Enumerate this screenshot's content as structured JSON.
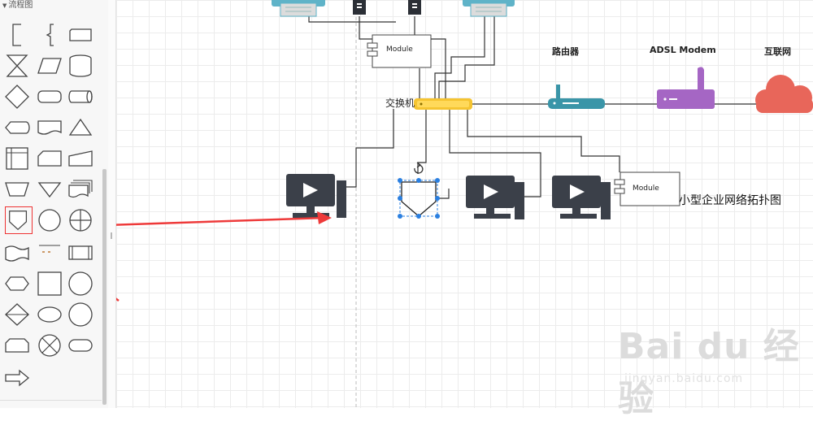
{
  "sidebar": {
    "section_title": "流程图",
    "shapes": [
      "left-bracket",
      "curly-bracket",
      "rounded-rect",
      "collate",
      "parallelogram",
      "cylinder",
      "diamond",
      "terminator",
      "horizontal-cylinder",
      "display",
      "document",
      "triangle",
      "internal-storage",
      "card",
      "manual-input",
      "manual-operation",
      "triangle-down",
      "multi-document",
      "off-page-connector",
      "circle",
      "or-symbol",
      "tape",
      "note-dashes",
      "predefined-process",
      "hexagon",
      "square",
      "circle-large",
      "sort",
      "ellipse",
      "circle-medium",
      "loop-limit",
      "summing-junction",
      "stadium",
      "arrow-right"
    ]
  },
  "canvas": {
    "labels": {
      "switch": "交换机",
      "router": "路由器",
      "modem": "ADSL Modem",
      "internet": "互联网",
      "title": "小型企业网络拓扑图",
      "module_top": "Module",
      "module_right": "Module"
    },
    "colors": {
      "printer": "#5fb3c8",
      "switch": "#f5c431",
      "router": "#3a95a8",
      "modem": "#a566c4",
      "cloud": "#e8665a",
      "computer": "#3b4049",
      "selection": "#2a7fe0",
      "arrow": "#ee3a3a"
    }
  },
  "watermark": {
    "brand": "Bai du 经验",
    "url": "jingyan.baidu.com"
  }
}
